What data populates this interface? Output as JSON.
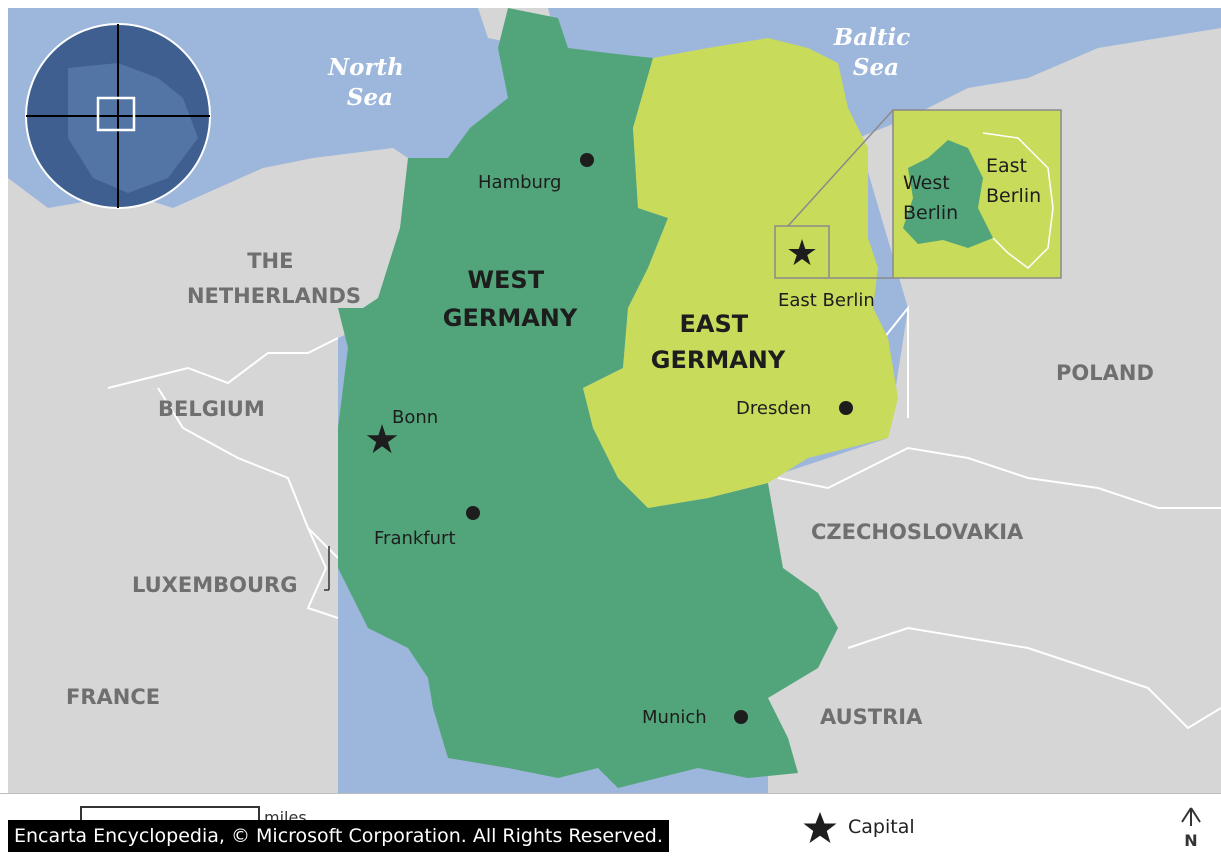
{
  "seas": [
    {
      "lines": [
        "North",
        "Sea"
      ]
    },
    {
      "lines": [
        "Baltic",
        "Sea"
      ]
    }
  ],
  "countries": {
    "west_germany": [
      "WEST",
      "GERMANY"
    ],
    "east_germany": [
      "EAST",
      "GERMANY"
    ],
    "netherlands": [
      "THE",
      "NETHERLANDS"
    ],
    "belgium": "BELGIUM",
    "luxembourg": "LUXEMBOURG",
    "france": "FRANCE",
    "poland": "POLAND",
    "czechoslovakia": "CZECHOSLOVAKIA",
    "austria": "AUSTRIA"
  },
  "cities": {
    "hamburg": "Hamburg",
    "bonn": "Bonn",
    "frankfurt": "Frankfurt",
    "east_berlin": "East Berlin",
    "dresden": "Dresden",
    "munich": "Munich"
  },
  "inset": {
    "west": [
      "West",
      "Berlin"
    ],
    "east": [
      "East",
      "Berlin"
    ]
  },
  "scale_unit": "miles",
  "legend": {
    "capital": "Capital"
  },
  "compass": "N",
  "credit": "Encarta Encyclopedia, © Microsoft Corporation. All Rights Reserved.",
  "colors": {
    "sea": "#9db6db",
    "land": "#d6d6d6",
    "west_germany": "#52a57a",
    "east_germany": "#c8db5a",
    "globe": "#3e5f8f"
  }
}
